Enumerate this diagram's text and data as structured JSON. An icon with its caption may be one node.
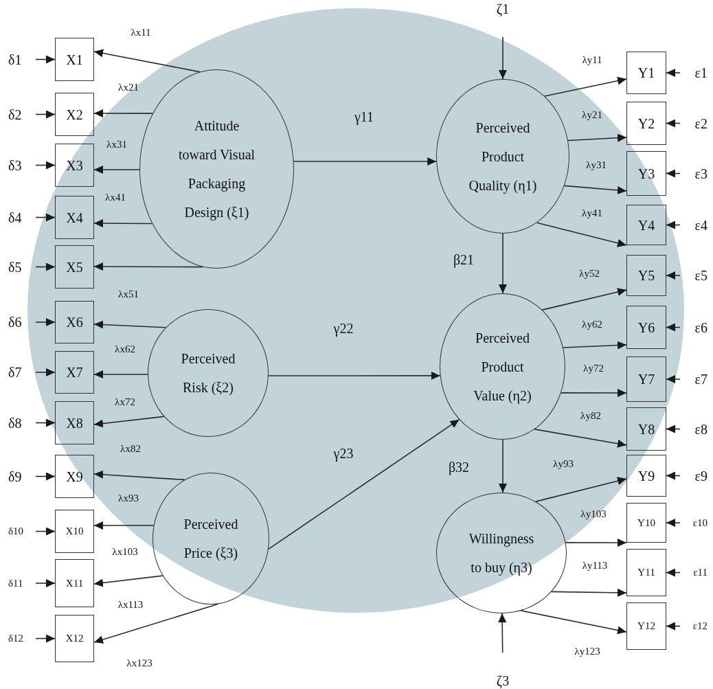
{
  "diagram": {
    "nodes": [
      {
        "text": [
          "ζ1"
        ]
      },
      {
        "text": [
          "Attitude toward Visual Packaging Design (ξ1)"
        ]
      },
      {
        "text": [
          "Perceived Risk (ξ2)"
        ]
      },
      {
        "text": [
          "Perceived Price (ξ3)"
        ]
      },
      {
        "text": [
          "Perceived Product Quality (η1)"
        ]
      },
      {
        "text": [
          "Perceived Product Value (η2)"
        ]
      },
      {
        "text": [
          "Willingness to buy (η3)"
        ]
      },
      {
        "text": [
          "ζ3"
        ]
      },
      {
        "text": [
          "δ1"
        ]
      },
      {
        "text": [
          "δ2"
        ]
      },
      {
        "text": [
          "δ3"
        ]
      },
      {
        "text": [
          "δ4"
        ]
      },
      {
        "text": [
          "δ5"
        ]
      },
      {
        "text": [
          "δ6"
        ]
      },
      {
        "text": [
          "δ7"
        ]
      },
      {
        "text": [
          "δ8"
        ]
      },
      {
        "text": [
          "δ9"
        ]
      },
      {
        "text": [
          "δ10"
        ]
      },
      {
        "text": [
          "δ11"
        ]
      },
      {
        "text": [
          "δ12"
        ]
      },
      {
        "text": [
          "X1"
        ]
      },
      {
        "text": [
          "X2"
        ]
      },
      {
        "text": [
          "X3"
        ]
      },
      {
        "text": [
          "X4"
        ]
      },
      {
        "text": [
          "X5"
        ]
      },
      {
        "text": [
          "X6"
        ]
      },
      {
        "text": [
          "X7"
        ]
      },
      {
        "text": [
          "X8"
        ]
      },
      {
        "text": [
          "X9"
        ]
      },
      {
        "text": [
          "X10"
        ]
      },
      {
        "text": [
          "X11"
        ]
      },
      {
        "text": [
          "X12"
        ]
      },
      {
        "text": [
          "Y1"
        ]
      },
      {
        "text": [
          "Y2"
        ]
      },
      {
        "text": [
          "Y3"
        ]
      },
      {
        "text": [
          "Y4"
        ]
      },
      {
        "text": [
          "Y5"
        ]
      },
      {
        "text": [
          "Y6"
        ]
      },
      {
        "text": [
          "Y7"
        ]
      },
      {
        "text": [
          "Y8"
        ]
      },
      {
        "text": [
          "Y9"
        ]
      },
      {
        "text": [
          "Y10"
        ]
      },
      {
        "text": [
          "Y11"
        ]
      },
      {
        "text": [
          "Y12"
        ]
      },
      {
        "text": [
          "ε1"
        ]
      },
      {
        "text": [
          "ε2"
        ]
      },
      {
        "text": [
          "ε3"
        ]
      },
      {
        "text": [
          "ε4"
        ]
      },
      {
        "text": [
          "ε5"
        ]
      },
      {
        "text": [
          "ε6"
        ]
      },
      {
        "text": [
          "ε7"
        ]
      },
      {
        "text": [
          "ε8"
        ]
      },
      {
        "text": [
          "ε9"
        ]
      },
      {
        "text": [
          "ε10"
        ]
      },
      {
        "text": [
          "ε11"
        ]
      },
      {
        "text": [
          "ε12"
        ]
      }
    ],
    "edges": [
      {
        "from": 8,
        "to": 20,
        "arrow": "to"
      },
      {
        "from": 9,
        "to": 21,
        "arrow": "to"
      },
      {
        "from": 10,
        "to": 22,
        "arrow": "to"
      },
      {
        "from": 11,
        "to": 23,
        "arrow": "to"
      },
      {
        "from": 12,
        "to": 24,
        "arrow": "to"
      },
      {
        "from": 13,
        "to": 25,
        "arrow": "to"
      },
      {
        "from": 14,
        "to": 26,
        "arrow": "to"
      },
      {
        "from": 15,
        "to": 27,
        "arrow": "to"
      },
      {
        "from": 16,
        "to": 28,
        "arrow": "to"
      },
      {
        "from": 17,
        "to": 29,
        "arrow": "to"
      },
      {
        "from": 18,
        "to": 30,
        "arrow": "to"
      },
      {
        "from": 19,
        "to": 31,
        "arrow": "to"
      },
      {
        "from": 1,
        "to": 20,
        "arrow": "to",
        "label": "λx11"
      },
      {
        "from": 1,
        "to": 21,
        "arrow": "to",
        "label": "λx21"
      },
      {
        "from": 1,
        "to": 22,
        "arrow": "to",
        "label": "λx31"
      },
      {
        "from": 1,
        "to": 23,
        "arrow": "to",
        "label": "λx41"
      },
      {
        "from": 1,
        "to": 24,
        "arrow": "to",
        "label": "λx51"
      },
      {
        "from": 2,
        "to": 25,
        "arrow": "to",
        "label": "λx62"
      },
      {
        "from": 2,
        "to": 26,
        "arrow": "to",
        "label": "λx72"
      },
      {
        "from": 2,
        "to": 27,
        "arrow": "to",
        "label": "λx82"
      },
      {
        "from": 3,
        "to": 28,
        "arrow": "to",
        "label": "λx93"
      },
      {
        "from": 3,
        "to": 29,
        "arrow": "to",
        "label": "λx103"
      },
      {
        "from": 3,
        "to": 30,
        "arrow": "to",
        "label": "λx113"
      },
      {
        "from": 3,
        "to": 31,
        "arrow": "to",
        "label": "λx123"
      },
      {
        "from": 4,
        "to": 32,
        "arrow": "to",
        "label": "λy11"
      },
      {
        "from": 4,
        "to": 33,
        "arrow": "to",
        "label": "λy21"
      },
      {
        "from": 4,
        "to": 34,
        "arrow": "to",
        "label": "λy31"
      },
      {
        "from": 4,
        "to": 35,
        "arrow": "to",
        "label": "λy41"
      },
      {
        "from": 5,
        "to": 36,
        "arrow": "to",
        "label": "λy52"
      },
      {
        "from": 5,
        "to": 37,
        "arrow": "to",
        "label": "λy62"
      },
      {
        "from": 5,
        "to": 38,
        "arrow": "to",
        "label": "λy72"
      },
      {
        "from": 5,
        "to": 39,
        "arrow": "to",
        "label": "λy82"
      },
      {
        "from": 6,
        "to": 40,
        "arrow": "to",
        "label": "λy93"
      },
      {
        "from": 6,
        "to": 41,
        "arrow": "to",
        "label": "λy103"
      },
      {
        "from": 6,
        "to": 42,
        "arrow": "to",
        "label": "λy113"
      },
      {
        "from": 6,
        "to": 43,
        "arrow": "to",
        "label": "λy123"
      },
      {
        "from": 44,
        "to": 32,
        "arrow": "to"
      },
      {
        "from": 45,
        "to": 33,
        "arrow": "to"
      },
      {
        "from": 46,
        "to": 34,
        "arrow": "to"
      },
      {
        "from": 47,
        "to": 35,
        "arrow": "to"
      },
      {
        "from": 48,
        "to": 36,
        "arrow": "to"
      },
      {
        "from": 49,
        "to": 37,
        "arrow": "to"
      },
      {
        "from": 50,
        "to": 38,
        "arrow": "to"
      },
      {
        "from": 51,
        "to": 39,
        "arrow": "to"
      },
      {
        "from": 52,
        "to": 40,
        "arrow": "to"
      },
      {
        "from": 53,
        "to": 41,
        "arrow": "to"
      },
      {
        "from": 54,
        "to": 42,
        "arrow": "to"
      },
      {
        "from": 55,
        "to": 43,
        "arrow": "to"
      },
      {
        "from": 1,
        "to": 4,
        "arrow": "to",
        "label": "γ11"
      },
      {
        "from": 2,
        "to": 5,
        "arrow": "to",
        "label": "γ22"
      },
      {
        "from": 3,
        "to": 5,
        "arrow": "to",
        "label": "γ23"
      },
      {
        "from": 4,
        "to": 5,
        "arrow": "to",
        "label": "β21"
      },
      {
        "from": 5,
        "to": 6,
        "arrow": "to",
        "label": "β32"
      },
      {
        "from": 0,
        "to": 4,
        "arrow": "to"
      },
      {
        "from": 7,
        "to": 6,
        "arrow": "to"
      }
    ]
  }
}
